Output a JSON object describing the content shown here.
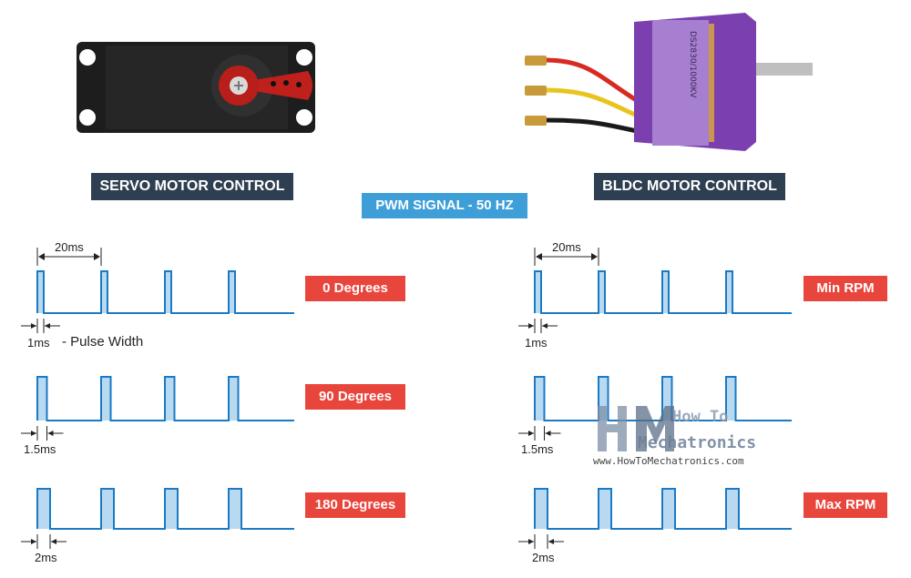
{
  "title_bar": {
    "pwm_label": "PWM SIGNAL - 50 HZ"
  },
  "servo": {
    "heading": "SERVO MOTOR CONTROL",
    "period_label": "20ms",
    "pulse_width_label": "- Pulse Width",
    "rows": [
      {
        "state": "0 Degrees",
        "pulse": "1ms",
        "pulse_ms": 1
      },
      {
        "state": "90 Degrees",
        "pulse": "1.5ms",
        "pulse_ms": 1.5
      },
      {
        "state": "180 Degrees",
        "pulse": "2ms",
        "pulse_ms": 2
      }
    ]
  },
  "bldc": {
    "heading": "BLDC MOTOR CONTROL",
    "period_label": "20ms",
    "motor_marking": "DS2830/1000KV",
    "rows": [
      {
        "state": "Min RPM",
        "pulse": "1ms",
        "pulse_ms": 1
      },
      {
        "state": "",
        "pulse": "1.5ms",
        "pulse_ms": 1.5
      },
      {
        "state": "Max RPM",
        "pulse": "2ms",
        "pulse_ms": 2
      }
    ]
  },
  "watermark": {
    "line1": "How To",
    "line2": "Mechatronics",
    "url": "www.HowToMechatronics.com"
  },
  "colors": {
    "signal": "#1a7ac6",
    "fill": "#b8d9f0",
    "dark_label": "#2e3f51",
    "blue_label": "#3e9fd8",
    "red_label": "#e8453c"
  }
}
